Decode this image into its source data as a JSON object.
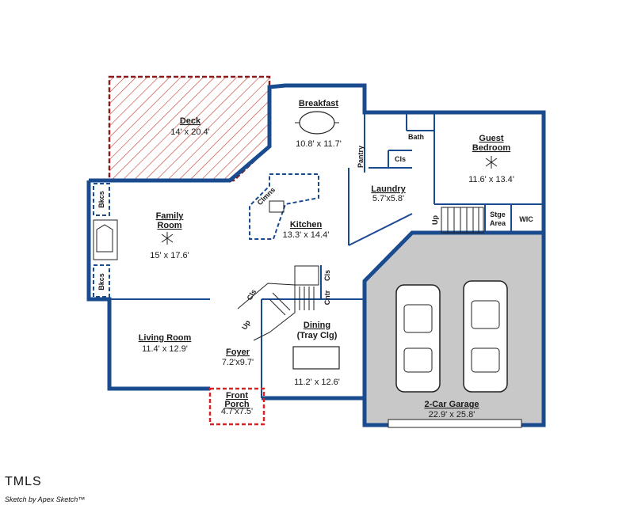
{
  "rooms": {
    "deck": {
      "name": "Deck",
      "dims": "14' x 20.4'"
    },
    "breakfast": {
      "name": "Breakfast",
      "dims": "10.8' x 11.7'"
    },
    "guest_bedroom": {
      "name_line1": "Guest",
      "name_line2": "Bedroom",
      "dims": "11.6' x 13.4'"
    },
    "family_room": {
      "name_line1": "Family",
      "name_line2": "Room",
      "dims": "15' x 17.6'"
    },
    "kitchen": {
      "name": "Kitchen",
      "dims": "13.3' x 14.4'"
    },
    "laundry": {
      "name": "Laundry",
      "dims": "5.7'x5.8'"
    },
    "living_room": {
      "name": "Living Room",
      "dims": "11.4' x 12.9'"
    },
    "foyer": {
      "name": "Foyer",
      "dims": "7.2'x9.7'"
    },
    "dining": {
      "name_line1": "Dining",
      "name_line2": "(Tray Clg)",
      "dims": "11.2' x 12.6'"
    },
    "front_porch": {
      "name_line1": "Front",
      "name_line2": "Porch",
      "dims": "4.7'x7.5'"
    },
    "garage": {
      "name": "2-Car Garage",
      "dims": "22.9' x 25.8'"
    }
  },
  "labels": {
    "bath": "Bath",
    "pantry": "Pantry",
    "cls_laundry": "Cls",
    "cls_stair": "Cls",
    "cls_dining": "Cls",
    "bkcs_top": "Bkcs",
    "bkcs_bottom": "Bkcs",
    "clmns": "Clmns",
    "cntr": "Cntr",
    "stge_line1": "Stge",
    "stge_line2": "Area",
    "wic": "WIC",
    "up_garage": "Up",
    "up_foyer": "Up"
  },
  "footer": {
    "brand": "TMLS",
    "credit": "Sketch by Apex Sketch™"
  },
  "colors": {
    "wall": "#1b4b8f",
    "deck_hatch": "#c0392b",
    "garage_fill": "#c8c8c8",
    "porch_dash": "#e02020"
  }
}
